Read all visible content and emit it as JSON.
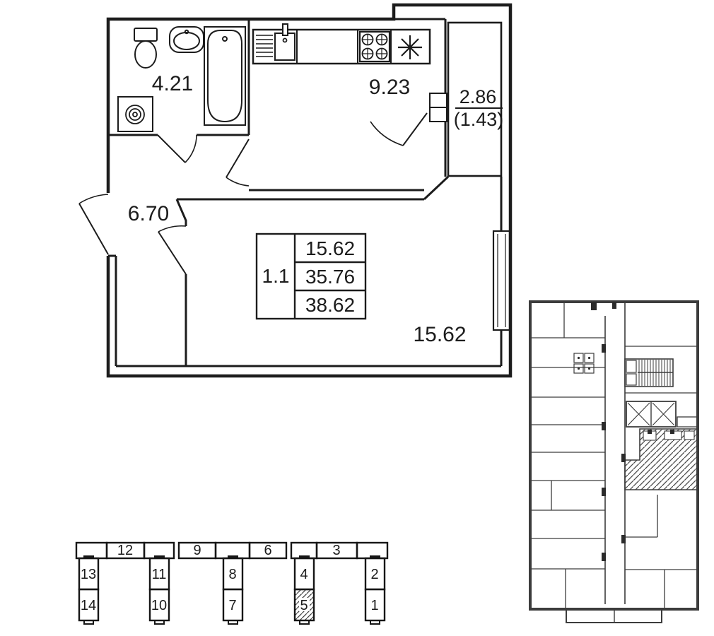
{
  "page": {
    "background_color": "#ffffff",
    "line_color": "#1c1c1c",
    "overview_wall_color": "#3c3c3c"
  },
  "apartment_plan": {
    "rooms": {
      "bathroom": {
        "area": "4.21"
      },
      "kitchen": {
        "area": "9.23"
      },
      "hallway": {
        "area": "6.70"
      },
      "living_room": {
        "area": "15.62"
      },
      "balcony": {
        "area": "2.86",
        "reduced_area": "(1.43)"
      }
    },
    "info_table": {
      "unit": "1.1",
      "rows": [
        "15.62",
        "35.76",
        "38.62"
      ]
    },
    "fixtures": [
      "toilet",
      "sink",
      "bathtub",
      "washing-machine",
      "kitchen-sink",
      "stove",
      "fridge"
    ]
  },
  "site_plan": {
    "bar_labels": [
      "12",
      "9",
      "6",
      "3"
    ],
    "tower_labels": [
      "13",
      "14",
      "11",
      "10",
      "8",
      "7",
      "4",
      "5",
      "2",
      "1"
    ],
    "highlighted_section": "5"
  },
  "floor_overview": {
    "hatch_color": "#4a4a4a"
  }
}
